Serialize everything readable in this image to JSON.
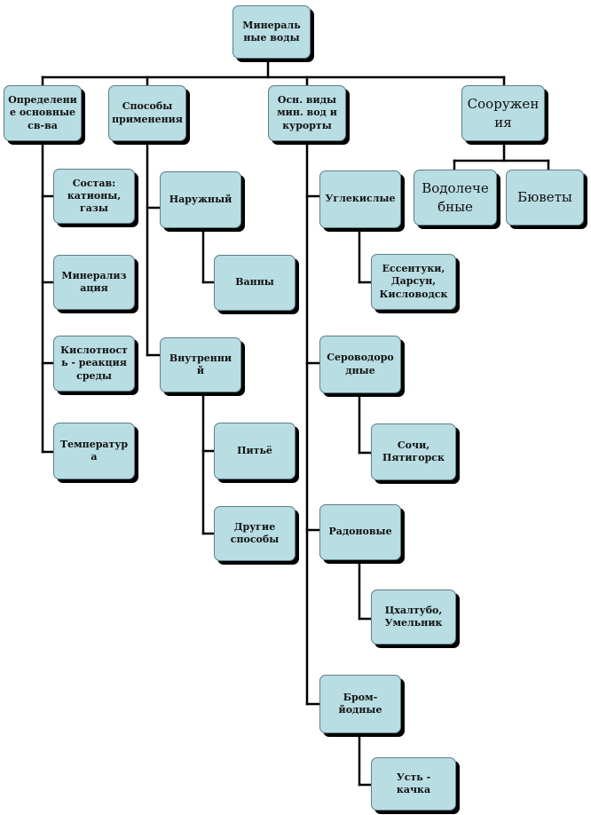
{
  "diagram": {
    "root": "Минераль\nные воды",
    "branches": {
      "properties": {
        "label": "Определени\nе основные\nсв-ва",
        "items": [
          "Состав:\nкатионы,\nгазы",
          "Минерализ\nация",
          "Кислотност\nь - реакция\nсреды",
          "Температур\nа"
        ]
      },
      "usage": {
        "label": "Способы\nприменения",
        "external": {
          "label": "Наружный",
          "items": [
            "Ванны"
          ]
        },
        "internal": {
          "label": "Внутренни\nй",
          "items": [
            "Питьё",
            "Другие\nспособы"
          ]
        }
      },
      "types": {
        "label": "Осн. виды\nмин. вод и\nкурорты",
        "items": [
          {
            "label": "Углекислые",
            "resort": "Ессентуки,\nДарсун,\nКисловодск"
          },
          {
            "label": "Сероводоро\nдные",
            "resort": "Сочи,\nПятигорск"
          },
          {
            "label": "Радоновые",
            "resort": "Цхалтубо,\nУмельник"
          },
          {
            "label": "Бром-\nйодные",
            "resort": "Усть -\nкачка"
          }
        ]
      },
      "structures": {
        "label": "Сооружен\nия",
        "items": [
          "Водолече\nбные",
          "Бюветы"
        ]
      }
    }
  },
  "colors": {
    "box_fill": "#b8dde3",
    "box_border": "#5e7f86",
    "shadow": "#000000",
    "connector": "#000000"
  }
}
